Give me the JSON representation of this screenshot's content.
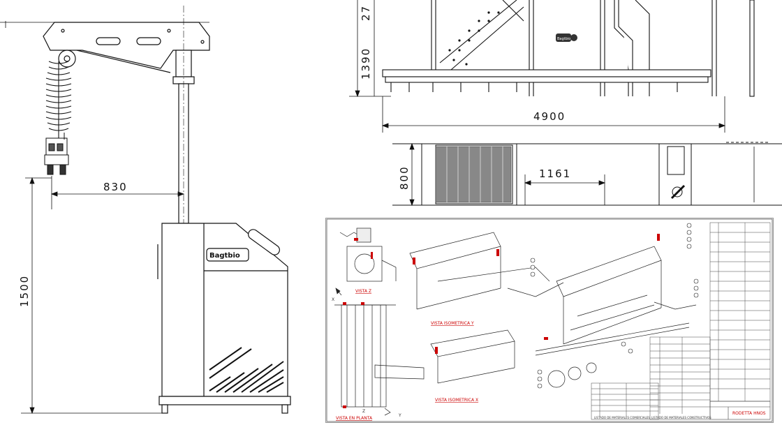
{
  "left_drawing": {
    "dim_reach": "830",
    "dim_height": "1500",
    "brand": "Bagtbio"
  },
  "top_drawing": {
    "dim_top_partial": "27",
    "dim_h": "1390",
    "dim_length": "4900",
    "dim_width": "800",
    "dim_inner": "1161",
    "brand": "Bagtbio"
  },
  "sheet": {
    "view_z": "VISTA  Z",
    "view_iso_y": "VISTA ISOMETRICA  Y",
    "view_iso_x": "VISTA ISOMETRICA  X",
    "view_plan": "VISTA EN PLANTA",
    "axis_x": "X",
    "axis_y": "Y",
    "axis_z": "Z",
    "title_block_name": "RODETTA HNOS",
    "list_label": "LISTADO DE MATERIALES COMERCIALES",
    "list_label_2": "LISTADO DE MATERIALES CONSTRUCTIVOS"
  }
}
